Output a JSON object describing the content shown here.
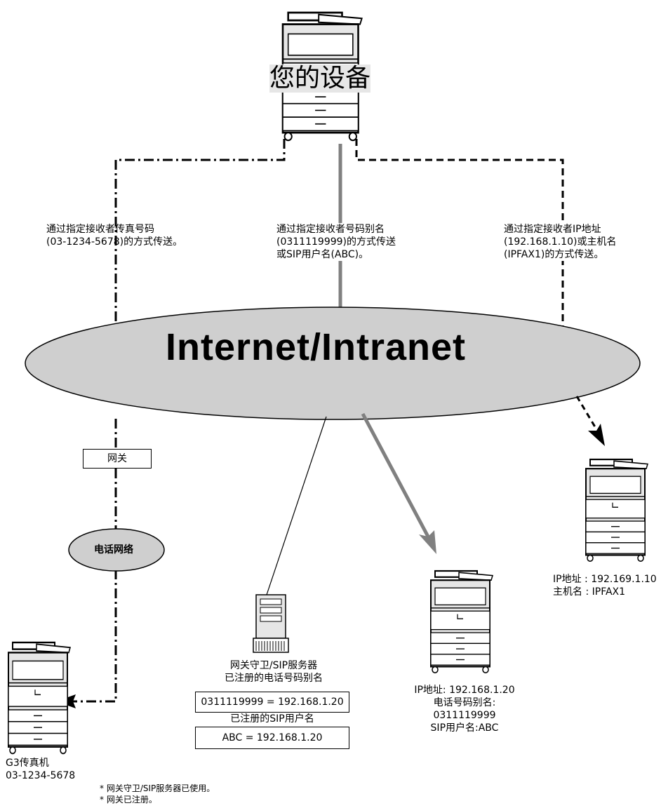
{
  "your_device": {
    "label": "您的设备"
  },
  "network": {
    "label": "Internet/Intranet"
  },
  "paths": {
    "fax_number": {
      "lines": [
        "通过指定接收者传真号码",
        "(03-1234-5678)的方式传送。"
      ]
    },
    "alias": {
      "lines": [
        "通过指定接收者号码别名",
        "(0311119999)的方式传送",
        "或SIP用户名(ABC)。"
      ]
    },
    "ip": {
      "lines": [
        "通过指定接收者IP地址",
        "(192.168.1.10)或主机名",
        "(IPFAX1)的方式传送。"
      ]
    }
  },
  "gateway": {
    "label": "网关"
  },
  "phone_network": {
    "label": "电话网络"
  },
  "g3_fax": {
    "lines": [
      "G3传真机",
      "03-1234-5678"
    ]
  },
  "server": {
    "lines": [
      "网关守卫/SIP服务器",
      "已注册的电话号码别名"
    ],
    "alias_entry": "0311119999 = 192.168.1.20",
    "sip_header": "已注册的SIP用户名",
    "sip_entry": "ABC = 192.168.1.20"
  },
  "device_mid": {
    "lines": [
      "IP地址: 192.168.1.20",
      "电话号码别名:",
      "0311119999",
      "SIP用户名:ABC"
    ]
  },
  "device_right": {
    "lines": [
      "IP地址 : 192.169.1.10",
      "主机名 : IPFAX1"
    ]
  },
  "footnotes": [
    "* 网关守卫/SIP服务器已使用。",
    "* 网关已注册。"
  ],
  "colors": {
    "ellipse_fill": "#cfcfcf",
    "gray_line": "#808080",
    "device_fill": "#e6e6e6"
  }
}
